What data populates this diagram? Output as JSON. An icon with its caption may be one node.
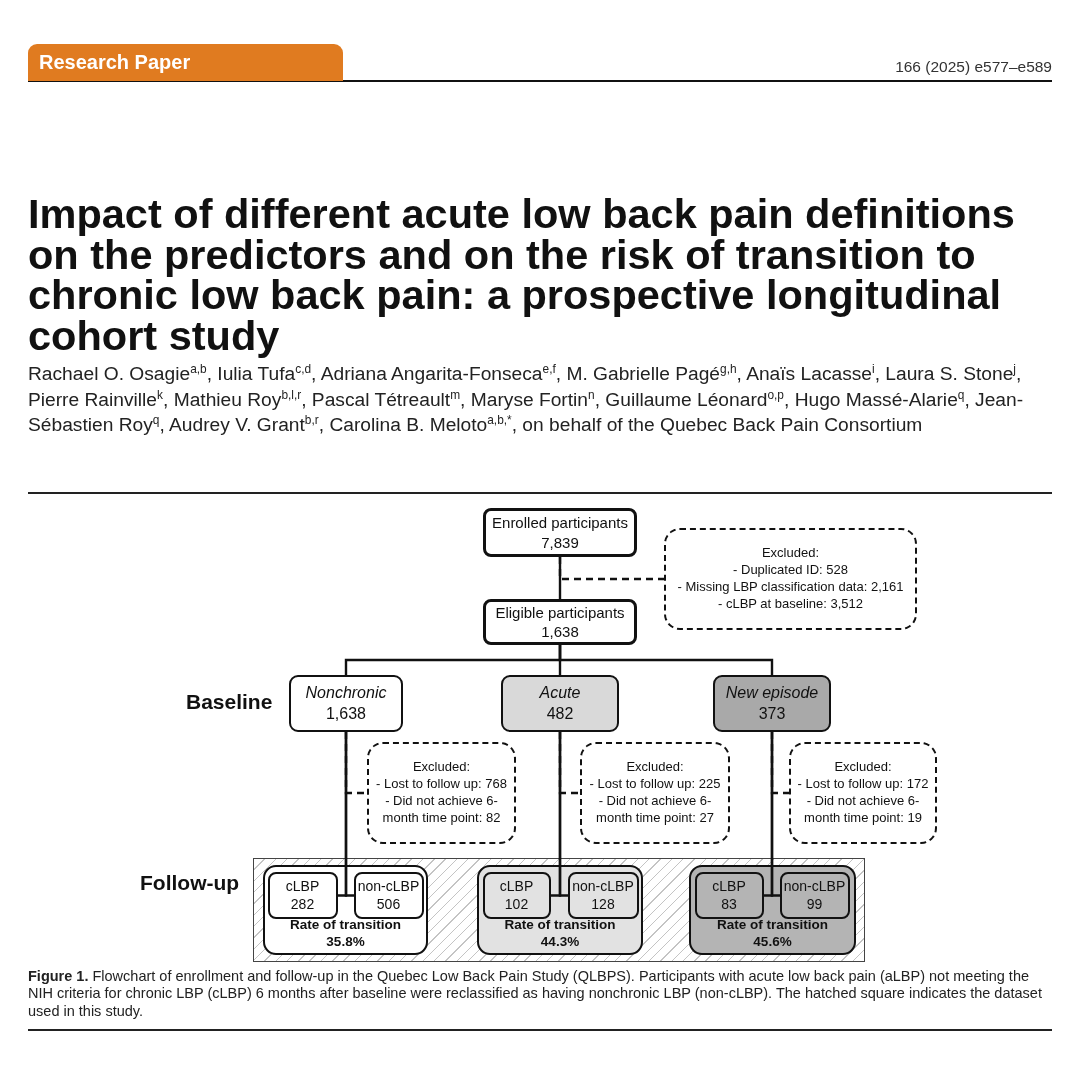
{
  "diagram": {
    "title": "Impact of different acute low back pain definitions on the predictors and on the risk of transition to chronic low back pain: a prospective longitudinal cohort study",
    "caption": "**Figure 1.** Flowchart of enrollment and follow-up in the Quebec Low Back Pain Study (QLBPS). Participants with acute low back pain (aLBP) not meeting the NIH criteria for chronic LBP (cLBP) 6 months after baseline were reclassified as having nonchronic LBP (non-cLBP). The hatched square indicates the dataset used in this study.",
    "nodes": [
      {
        "text": [
          "Enrolled participants",
          "7,839"
        ]
      },
      {
        "text": [
          "Excluded:",
          "- Duplicated ID: 528",
          "- Missing LBP classification data: 2,161",
          "- cLBP at baseline: 3,512"
        ]
      },
      {
        "text": [
          "Eligible participants",
          "1,638"
        ]
      },
      {
        "text": [
          "Nonchronic",
          "1,638"
        ]
      },
      {
        "text": [
          "Acute",
          "482"
        ]
      },
      {
        "text": [
          "New episode",
          "373"
        ]
      },
      {
        "text": [
          "Excluded:",
          "- Lost to follow up: 768",
          "- Did not achieve 6-month time point: 82"
        ]
      },
      {
        "text": [
          "Excluded:",
          "- Lost to follow up: 225",
          "- Did not achieve 6-month time point: 27"
        ]
      },
      {
        "text": [
          "Excluded:",
          "- Lost to follow up: 172",
          "- Did not achieve 6-month time point: 19"
        ]
      },
      {
        "text": [],
        "shape": "box"
      },
      {
        "text": [
          "Rate of transition",
          "35.8%"
        ],
        "in": 9
      },
      {
        "text": [
          "cLBP",
          "282"
        ],
        "in": 10
      },
      {
        "text": [
          "non-cLBP",
          "506"
        ],
        "in": 10
      },
      {
        "text": [
          "Rate of transition",
          "44.3%"
        ],
        "in": 9
      },
      {
        "text": [
          "cLBP",
          "102"
        ],
        "in": 13
      },
      {
        "text": [
          "non-cLBP",
          "128"
        ],
        "in": 13
      },
      {
        "text": [
          "Rate of transition",
          "45.6%"
        ],
        "in": 9
      },
      {
        "text": [
          "cLBP",
          "83"
        ],
        "in": 16
      },
      {
        "text": [
          "non-cLBP",
          "99"
        ],
        "in": 16
      }
    ],
    "edges": [
      {
        "from": 0,
        "to": 2,
        "arrow": "none"
      },
      {
        "from": 0,
        "to": 1,
        "arrow": "none",
        "style": "dashed"
      },
      {
        "from": 2,
        "to": 3,
        "arrow": "none"
      },
      {
        "from": 2,
        "to": 4,
        "arrow": "none"
      },
      {
        "from": 2,
        "to": 5,
        "arrow": "none"
      },
      {
        "from": 3,
        "to": 6,
        "arrow": "none",
        "style": "dashed"
      },
      {
        "from": 3,
        "to": 11,
        "arrow": "none"
      },
      {
        "from": 3,
        "to": 12,
        "arrow": "none"
      },
      {
        "from": 4,
        "to": 7,
        "arrow": "none",
        "style": "dashed"
      },
      {
        "from": 4,
        "to": 14,
        "arrow": "none"
      },
      {
        "from": 4,
        "to": 15,
        "arrow": "none"
      },
      {
        "from": 5,
        "to": 8,
        "arrow": "none",
        "style": "dashed"
      },
      {
        "from": 5,
        "to": 17,
        "arrow": "none"
      },
      {
        "from": 5,
        "to": 18,
        "arrow": "none"
      }
    ],
    "labels": [
      "Research Paper",
      "166 (2025) e577–e589",
      "Rachael O. Osagie$^{a,b}$, Iulia Tufa$^{c,d}$, Adriana Angarita-Fonseca$^{e,f}$, M. Gabrielle Pagé$^{g,h}$, Anaïs Lacasse$^{i}$, Laura S. Stone$^{j}$, Pierre Rainville$^{k}$, Mathieu Roy$^{b,l,r}$, Pascal Tétreault$^{m}$, Maryse Fortin$^{n}$, Guillaume Léonard$^{o,p}$, Hugo Massé-Alarie$^{q}$, Jean-Sébastien Roy$^{q}$, Audrey V. Grant$^{b,r}$, Carolina B. Meloto$^{a,b,*}$, on behalf of the Quebec Back Pain Consortium",
      "Baseline",
      "Follow-up"
    ]
  }
}
